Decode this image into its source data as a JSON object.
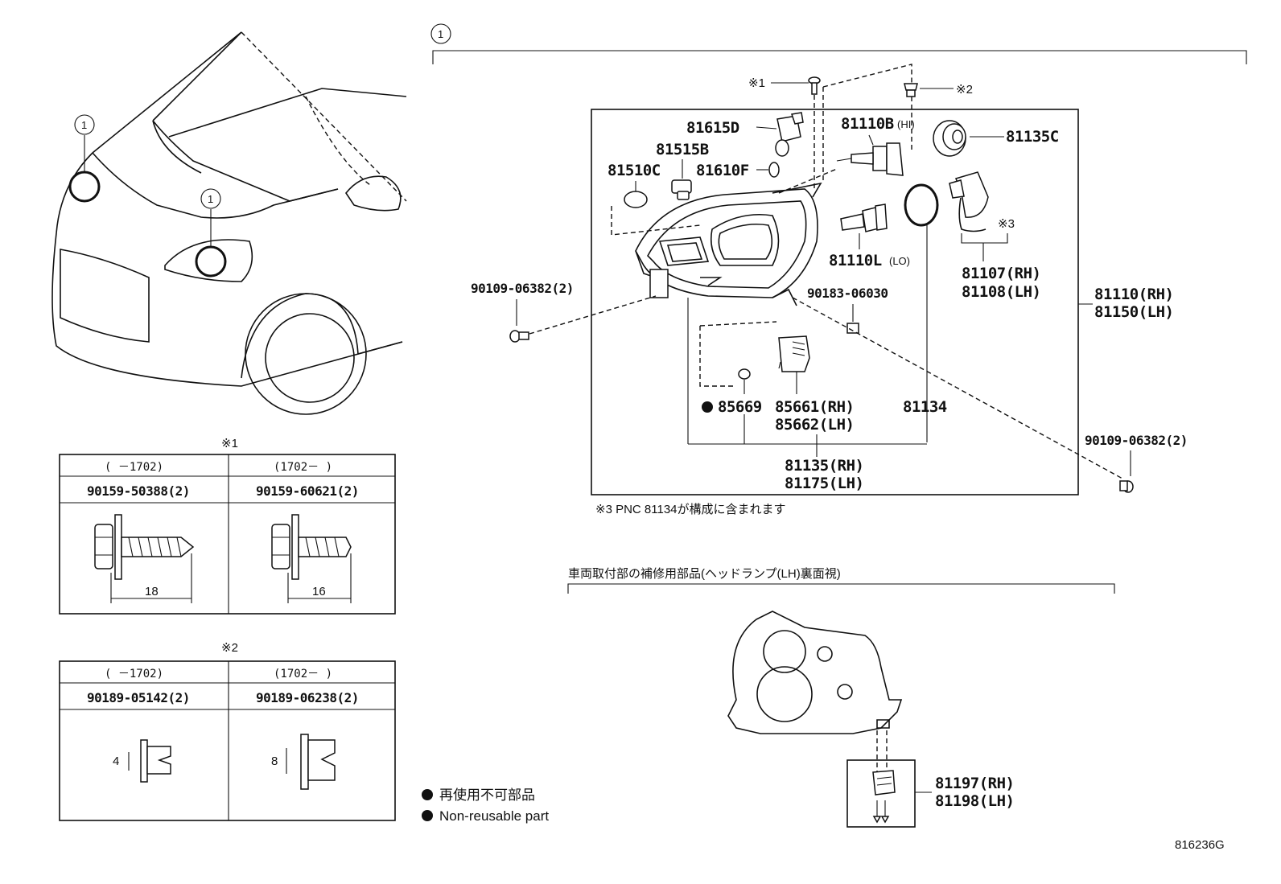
{
  "callouts": {
    "one": "1",
    "mark1": "※1",
    "mark2": "※2",
    "mark3": "※3"
  },
  "parts": {
    "p81615D": "81615D",
    "p81515B": "81515B",
    "p81510C": "81510C",
    "p81610F": "81610F",
    "p81110B": "81110B",
    "hi": "(HI)",
    "p81110L": "81110L",
    "lo": "(LO)",
    "p81135C": "81135C",
    "p81107": "81107(RH)",
    "p81108": "81108(LH)",
    "p81110RH": "81110(RH)",
    "p81150LH": "81150(LH)",
    "p90109_left": "90109-06382(2)",
    "p90183": "90183-06030",
    "p85669": "85669",
    "p85661": "85661(RH)",
    "p85662": "85662(LH)",
    "p81134": "81134",
    "p90109_right": "90109-06382(2)",
    "p81135RH": "81135(RH)",
    "p81175LH": "81175(LH)",
    "p81197": "81197(RH)",
    "p81198": "81198(LH)"
  },
  "notes": {
    "pnc_note": "※3  PNC 81134が構成に含まれます",
    "repair_title": "車両取付部の補修用部品(ヘッドランプ(LH)裏面視)",
    "diagram_code": "816236G"
  },
  "legend": {
    "jp": "再使用不可部品",
    "en": "Non-reusable part"
  },
  "table1": {
    "title": "※1",
    "col1_range": "(    －1702)",
    "col2_range": "(1702－    )",
    "col1_part": "90159-50388(2)",
    "col2_part": "90159-60621(2)",
    "col1_dim": "18",
    "col2_dim": "16"
  },
  "table2": {
    "title": "※2",
    "col1_range": "(    －1702)",
    "col2_range": "(1702－    )",
    "col1_part": "90189-05142(2)",
    "col2_part": "90189-06238(2)",
    "col1_dim": "4",
    "col2_dim": "8"
  }
}
